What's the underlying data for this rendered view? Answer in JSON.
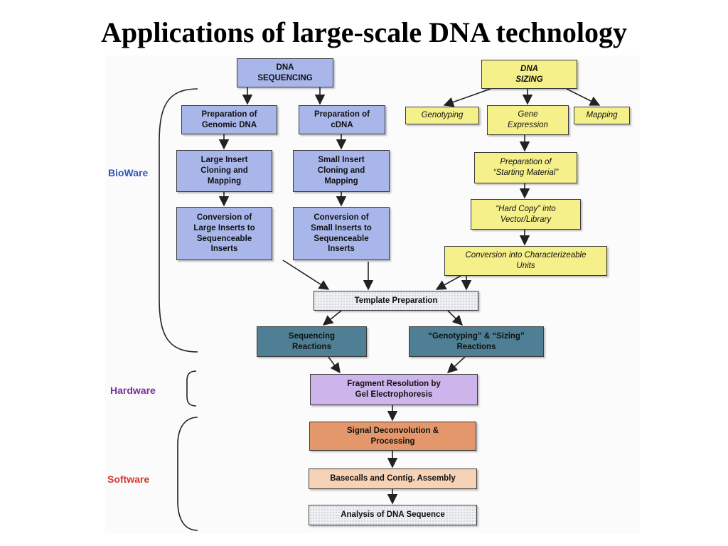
{
  "title": "Applications of large-scale DNA technology",
  "sections": {
    "bioware": {
      "label": "BioWare",
      "color": "#3355bb"
    },
    "hardware": {
      "label": "Hardware",
      "color": "#7a2f9c"
    },
    "software": {
      "label": "Software",
      "color": "#d9362a"
    }
  },
  "nodes": {
    "dna_sequencing": "DNA\nSEQUENCING",
    "prep_genomic": "Preparation of\nGenomic DNA",
    "prep_cdna": "Preparation of\ncDNA",
    "large_insert": "Large Insert\nCloning and\nMapping",
    "small_insert": "Small Insert\nCloning and\nMapping",
    "conv_large": "Conversion of\nLarge Inserts to\nSequenceable\nInserts",
    "conv_small": "Conversion of\nSmall Inserts to\nSequenceable\nInserts",
    "dna_sizing": "DNA\nSIZING",
    "genotyping": "Genotyping",
    "gene_expression": "Gene\nExpression",
    "mapping": "Mapping",
    "prep_starting": "Preparation of\n“Starting Material”",
    "hard_copy": "“Hard Copy” into\nVector/Library",
    "conv_units": "Conversion into Characterizeable\nUnits",
    "template_prep": "Template Preparation",
    "seq_reactions": "Sequencing\nReactions",
    "geno_reactions": "“Genotyping” & “Sizing”\nReactions",
    "fragment": "Fragment Resolution by\nGel Electrophoresis",
    "signal": "Signal Deconvolution &\nProcessing",
    "basecalls": "Basecalls and Contig. Assembly",
    "analysis": "Analysis of DNA Sequence"
  },
  "colors": {
    "blue": "#a9b6ea",
    "yellow": "#f5f08a",
    "teal": "#4f7f95",
    "purple": "#cdb4ea",
    "orange": "#e4976a",
    "peach": "#f6d3b6"
  }
}
